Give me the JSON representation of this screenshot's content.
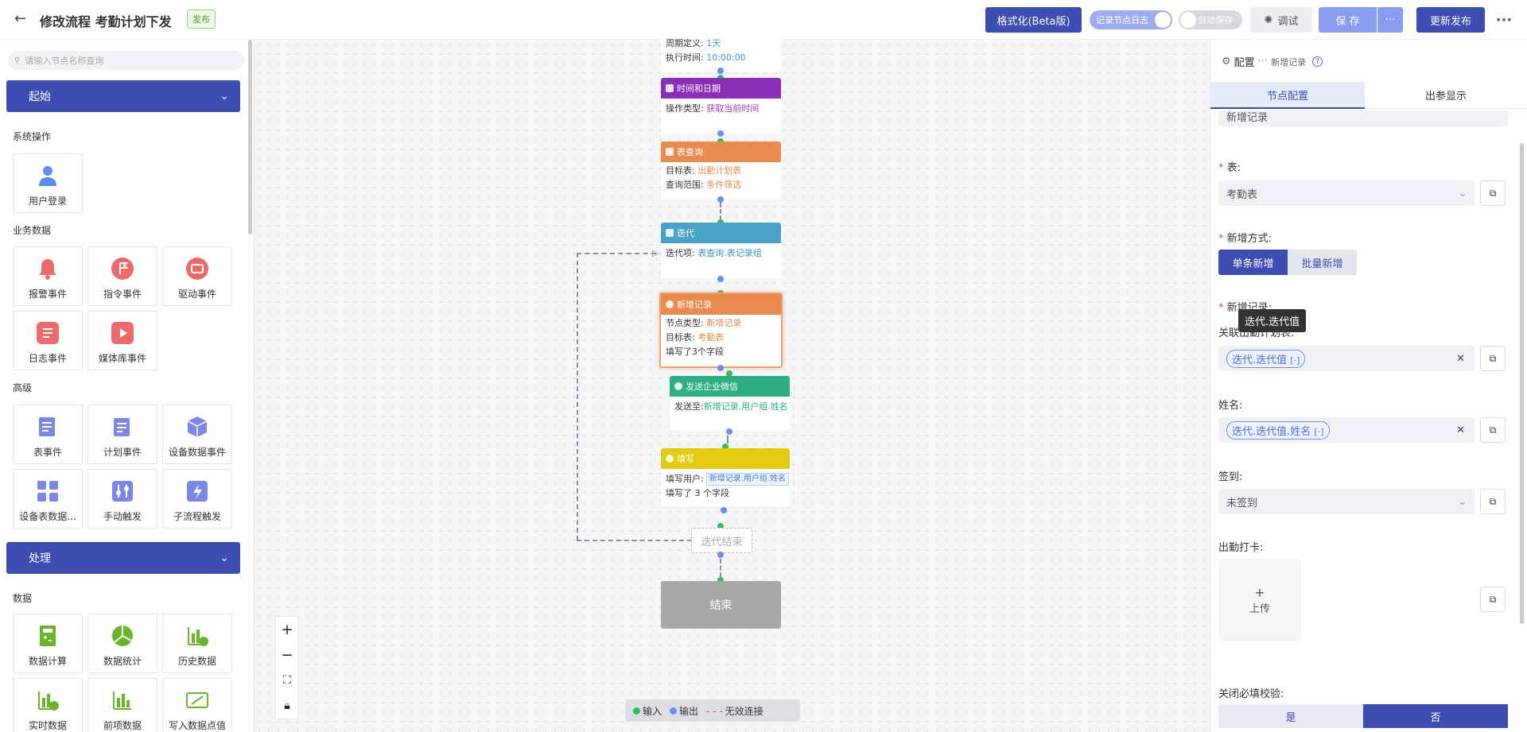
{
  "header": {
    "back_icon": "arrow-left-icon",
    "title": "修改流程 考勤计划下发",
    "status_badge": "发布",
    "format_button": "格式化(Beta版)",
    "log_toggle_label": "记录节点日志",
    "autosave_toggle_label": "自动保存",
    "debug_button": "调试",
    "save_button": "保 存",
    "save_more": "···",
    "update_publish_button": "更新发布",
    "more_icon": "···"
  },
  "sidebar": {
    "search_placeholder": "请输入节点名称查询",
    "sections": [
      {
        "label": "起始"
      },
      {
        "label": "处理"
      }
    ],
    "groups": {
      "system": "系统操作",
      "business": "业务数据",
      "advanced": "高级",
      "data": "数据"
    },
    "cards": {
      "user_login": "用户登录",
      "alarm_event": "报警事件",
      "command_event": "指令事件",
      "driver_event": "驱动事件",
      "log_event": "日志事件",
      "media_event": "媒体库事件",
      "table_event": "表事件",
      "plan_event": "计划事件",
      "device_data_event": "设备数据事件",
      "device_table_data": "设备表数据...",
      "manual_trigger": "手动触发",
      "subflow_trigger": "子流程触发",
      "data_calc": "数据计算",
      "data_stats": "数据统计",
      "history_data": "历史数据",
      "realtime_data": "实时数据",
      "prev_data": "前项数据",
      "write_point": "写入数据点值"
    }
  },
  "canvas": {
    "top_node": {
      "row1_label": "周期定义:",
      "row1_value": "1天",
      "row2_label": "执行时间:",
      "row2_value": "10:00:00"
    },
    "datetime_node": {
      "title": "时间和日期",
      "row1_label": "操作类型:",
      "row1_value": "获取当前时间"
    },
    "query_node": {
      "title": "表查询",
      "row1_label": "目标表:",
      "row1_value": "出勤计划表",
      "row2_label": "查询范围:",
      "row2_value": "条件筛选"
    },
    "iterate_node": {
      "title": "迭代",
      "row1_label": "迭代项:",
      "row1_value": "表查询.表记录组"
    },
    "add_record_node": {
      "title": "新增记录",
      "row1_label": "节点类型:",
      "row1_value": "新增记录",
      "row2_label": "目标表:",
      "row2_value": "考勤表",
      "row3": "填写了3个字段"
    },
    "wechat_node": {
      "title": "发送企业微信",
      "row1_label": "发送至:",
      "row1_value": "新增记录.用户组.姓名"
    },
    "fill_node": {
      "title": "填写",
      "row1_label": "填写用户:",
      "row1_value": "新增记录.用户组.姓名",
      "row2": "填写了 3 个字段"
    },
    "iterate_end": "迭代结束",
    "end_node": "结束",
    "zoom": {
      "in": "+",
      "out": "−",
      "fit": "fit-icon",
      "lock": "lock-icon"
    },
    "legend": {
      "input": "输入",
      "output": "输出",
      "invalid": "无效连接"
    }
  },
  "panel": {
    "header_label": "配置",
    "header_sub": "新增记录",
    "tabs": [
      "节点配置",
      "出参显示"
    ],
    "node_name_value": "新增记录",
    "table_label": "表:",
    "table_value": "考勤表",
    "add_mode_label": "新增方式:",
    "add_mode_options": [
      "单条新增",
      "批量新增"
    ],
    "new_record_label": "新增记录:",
    "related_label": "关联出勤计划表:",
    "tooltip": "迭代.迭代值",
    "related_value": "迭代.迭代值",
    "name_label": "姓名:",
    "name_value": "迭代.迭代值.姓名",
    "checkin_label": "签到:",
    "checkin_value": "未签到",
    "punch_label": "出勤打卡:",
    "upload_plus": "+",
    "upload_label": "上传",
    "required_check_label": "关闭必填校验:",
    "yes": "是",
    "no": "否"
  },
  "colors": {
    "primary": "#3d4db2",
    "light_primary": "#8a9cf0",
    "datetime": "#8b2fb8",
    "query": "#e98b4f",
    "iterate": "#4aa3c7",
    "wechat": "#2eae82",
    "fill": "#e3cc0f",
    "end": "#a9a9a9",
    "green_dot": "#2fbd5b",
    "blue_dot": "#6b8df5"
  }
}
